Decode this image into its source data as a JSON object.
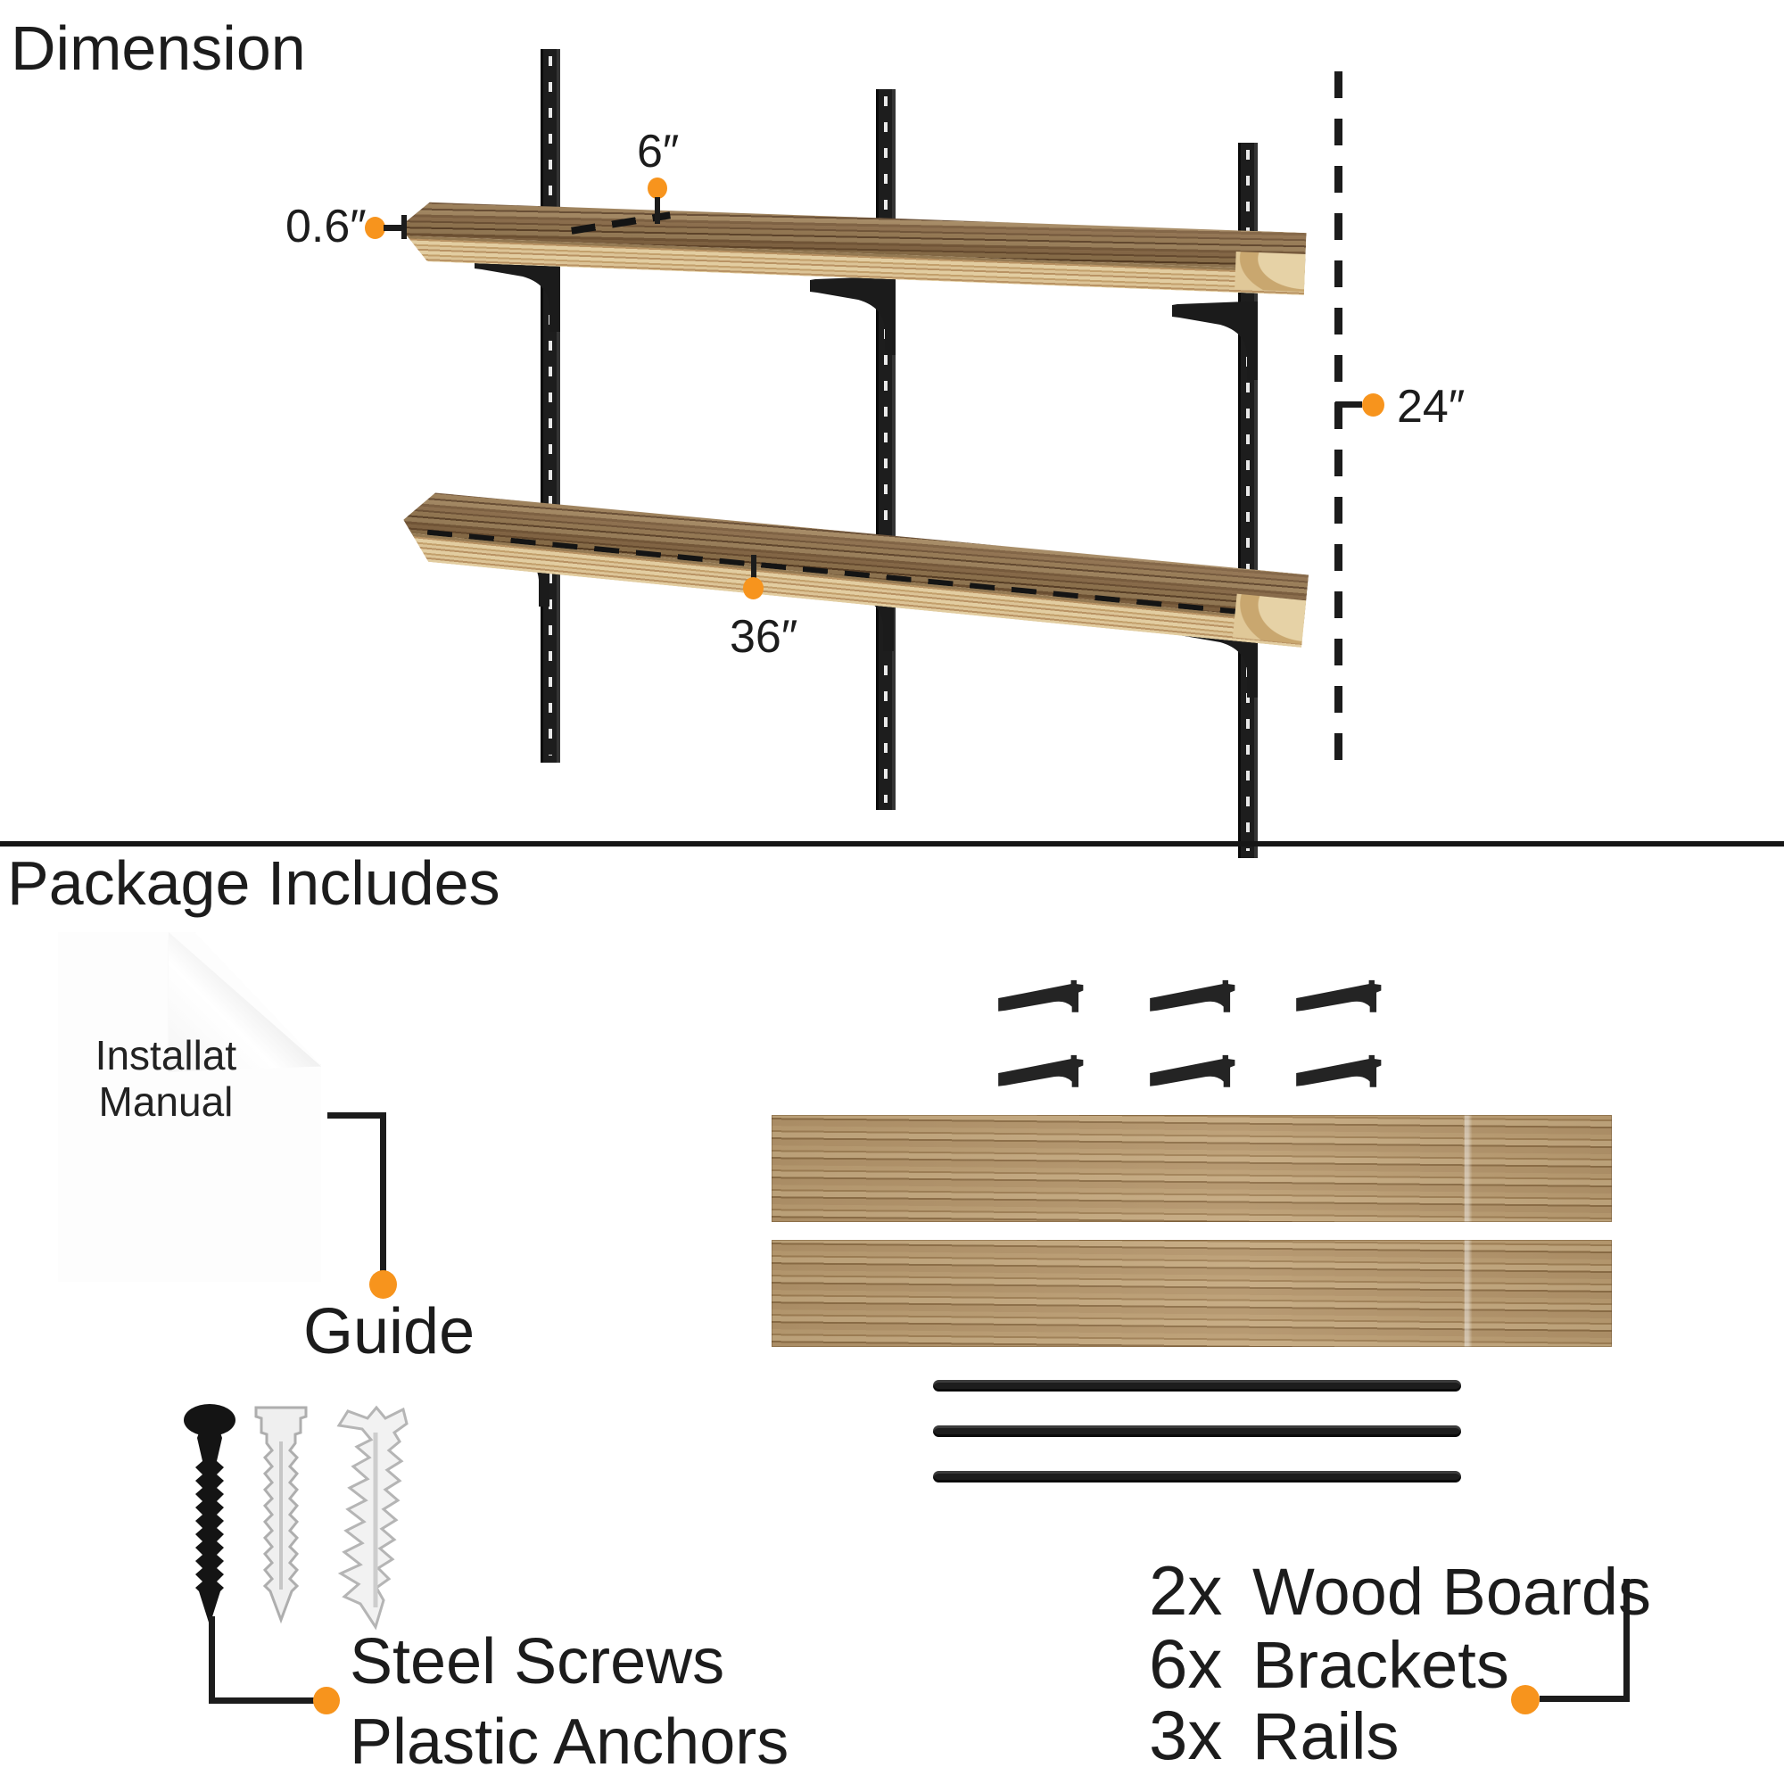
{
  "colors": {
    "accent": "#F7941D",
    "ink": "#1C1C1C"
  },
  "dimension_section": {
    "title": "Dimension",
    "depth_label": "6″",
    "thickness_label": "0.6″",
    "height_label": "24″",
    "length_label": "36″"
  },
  "package_section": {
    "title": "Package Includes",
    "manual_line1": "Installat",
    "manual_line2": "Manual",
    "manual_caption": "Guide",
    "fasteners_caption_line1": "Steel Screws",
    "fasteners_caption_line2": "Plastic Anchors",
    "legend": [
      {
        "qty": "2x",
        "label": "Wood Boards"
      },
      {
        "qty": "6x",
        "label": "Brackets"
      },
      {
        "qty": "3x",
        "label": "Rails"
      }
    ]
  }
}
